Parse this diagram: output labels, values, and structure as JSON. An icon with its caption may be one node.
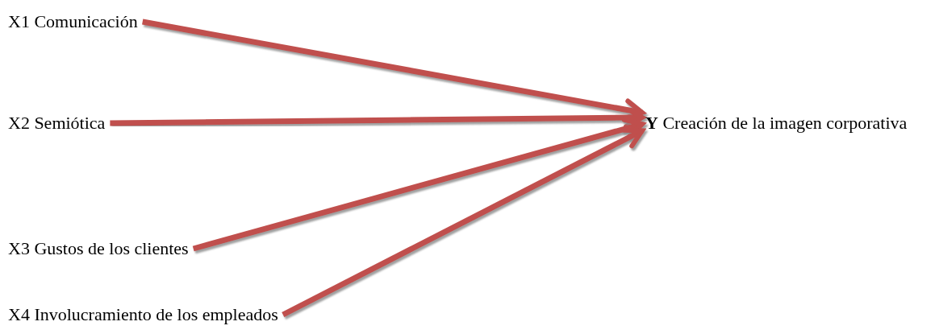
{
  "diagram": {
    "nodes": [
      {
        "text": [
          "X1 Comunicación"
        ]
      },
      {
        "text": [
          "X2 Semiótica"
        ]
      },
      {
        "text": [
          "**Y** Creación de la imagen corporativa"
        ]
      },
      {
        "text": [
          "X3 Gustos de los clientes"
        ]
      },
      {
        "text": [
          "X4 Involucramiento de los empleados"
        ]
      }
    ],
    "edges": [
      {
        "from": 0,
        "to": 2,
        "arrow": "to"
      },
      {
        "from": 1,
        "to": 2,
        "arrow": "to"
      },
      {
        "from": 3,
        "to": 2,
        "arrow": "to"
      },
      {
        "from": 4,
        "to": 2,
        "arrow": "to"
      }
    ]
  }
}
